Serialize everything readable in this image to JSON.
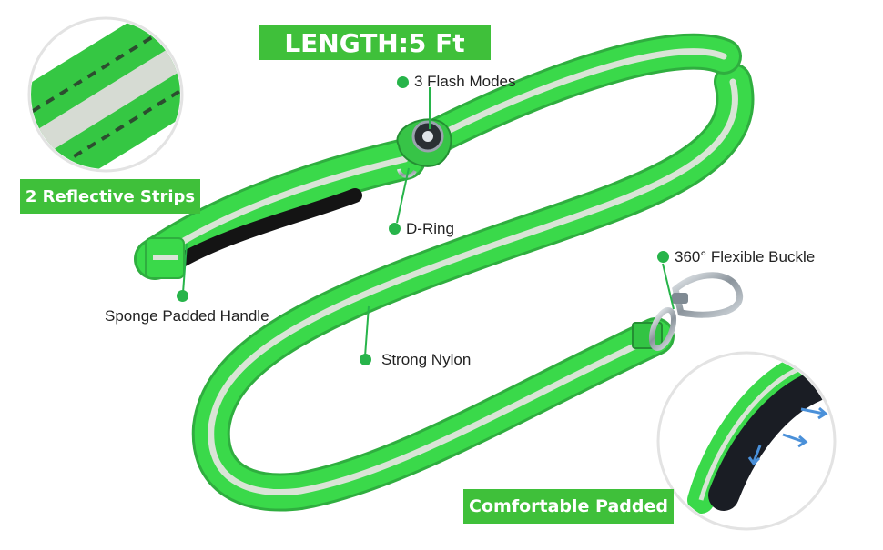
{
  "headline": "LENGTH:5 Ft",
  "badges": {
    "reflective": "2 Reflective Strips",
    "padded": "Comfortable Padded"
  },
  "callouts": {
    "flash": "3 Flash Modes",
    "dring": "D-Ring",
    "buckle": "360° Flexible Buckle",
    "handle": "Sponge Padded Handle",
    "nylon": "Strong Nylon"
  },
  "colors": {
    "leash_green": "#39d34a",
    "banner_green": "#3fc03a",
    "dot_green": "#27b44a",
    "reflective_strip": "#d9e4d6",
    "padding_black": "#141414",
    "metal": "#9aa3ad"
  }
}
